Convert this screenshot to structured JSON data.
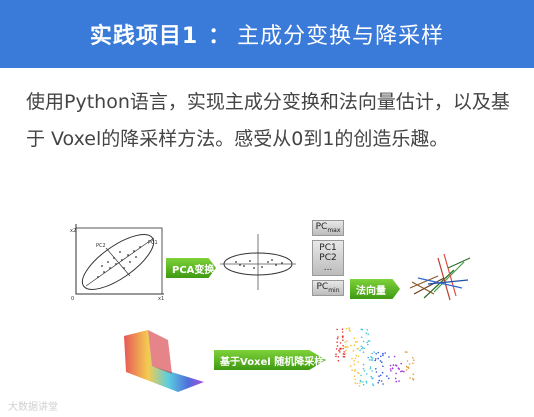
{
  "header": {
    "title_bold": "实践项目1",
    "colon": "：",
    "title_rest": "主成分变换与降采样"
  },
  "body_text": "使用Python语言，实现主成分变换和法向量估计，以及基于 Voxel的降采样方法。感受从0到1的创造乐趣。",
  "figure": {
    "pca_label": "PCA变换",
    "pc_max": "PC",
    "pc_max_sub": "max",
    "pc1": "PC1",
    "pc2": "PC2",
    "pc_dots": "...",
    "pc_min": "PC",
    "pc_min_sub": "min",
    "normal_label": "法向量",
    "voxel_label": "基于Voxel 随机降采样",
    "plot_labels": {
      "x1": "x1",
      "x2": "x2",
      "pc1": "PC1",
      "pc2": "PC2",
      "o": "0"
    }
  },
  "watermark": "大数据讲堂",
  "colors": {
    "header_bg": "#3a7ad8",
    "arrow_green": "#5bb51f"
  }
}
